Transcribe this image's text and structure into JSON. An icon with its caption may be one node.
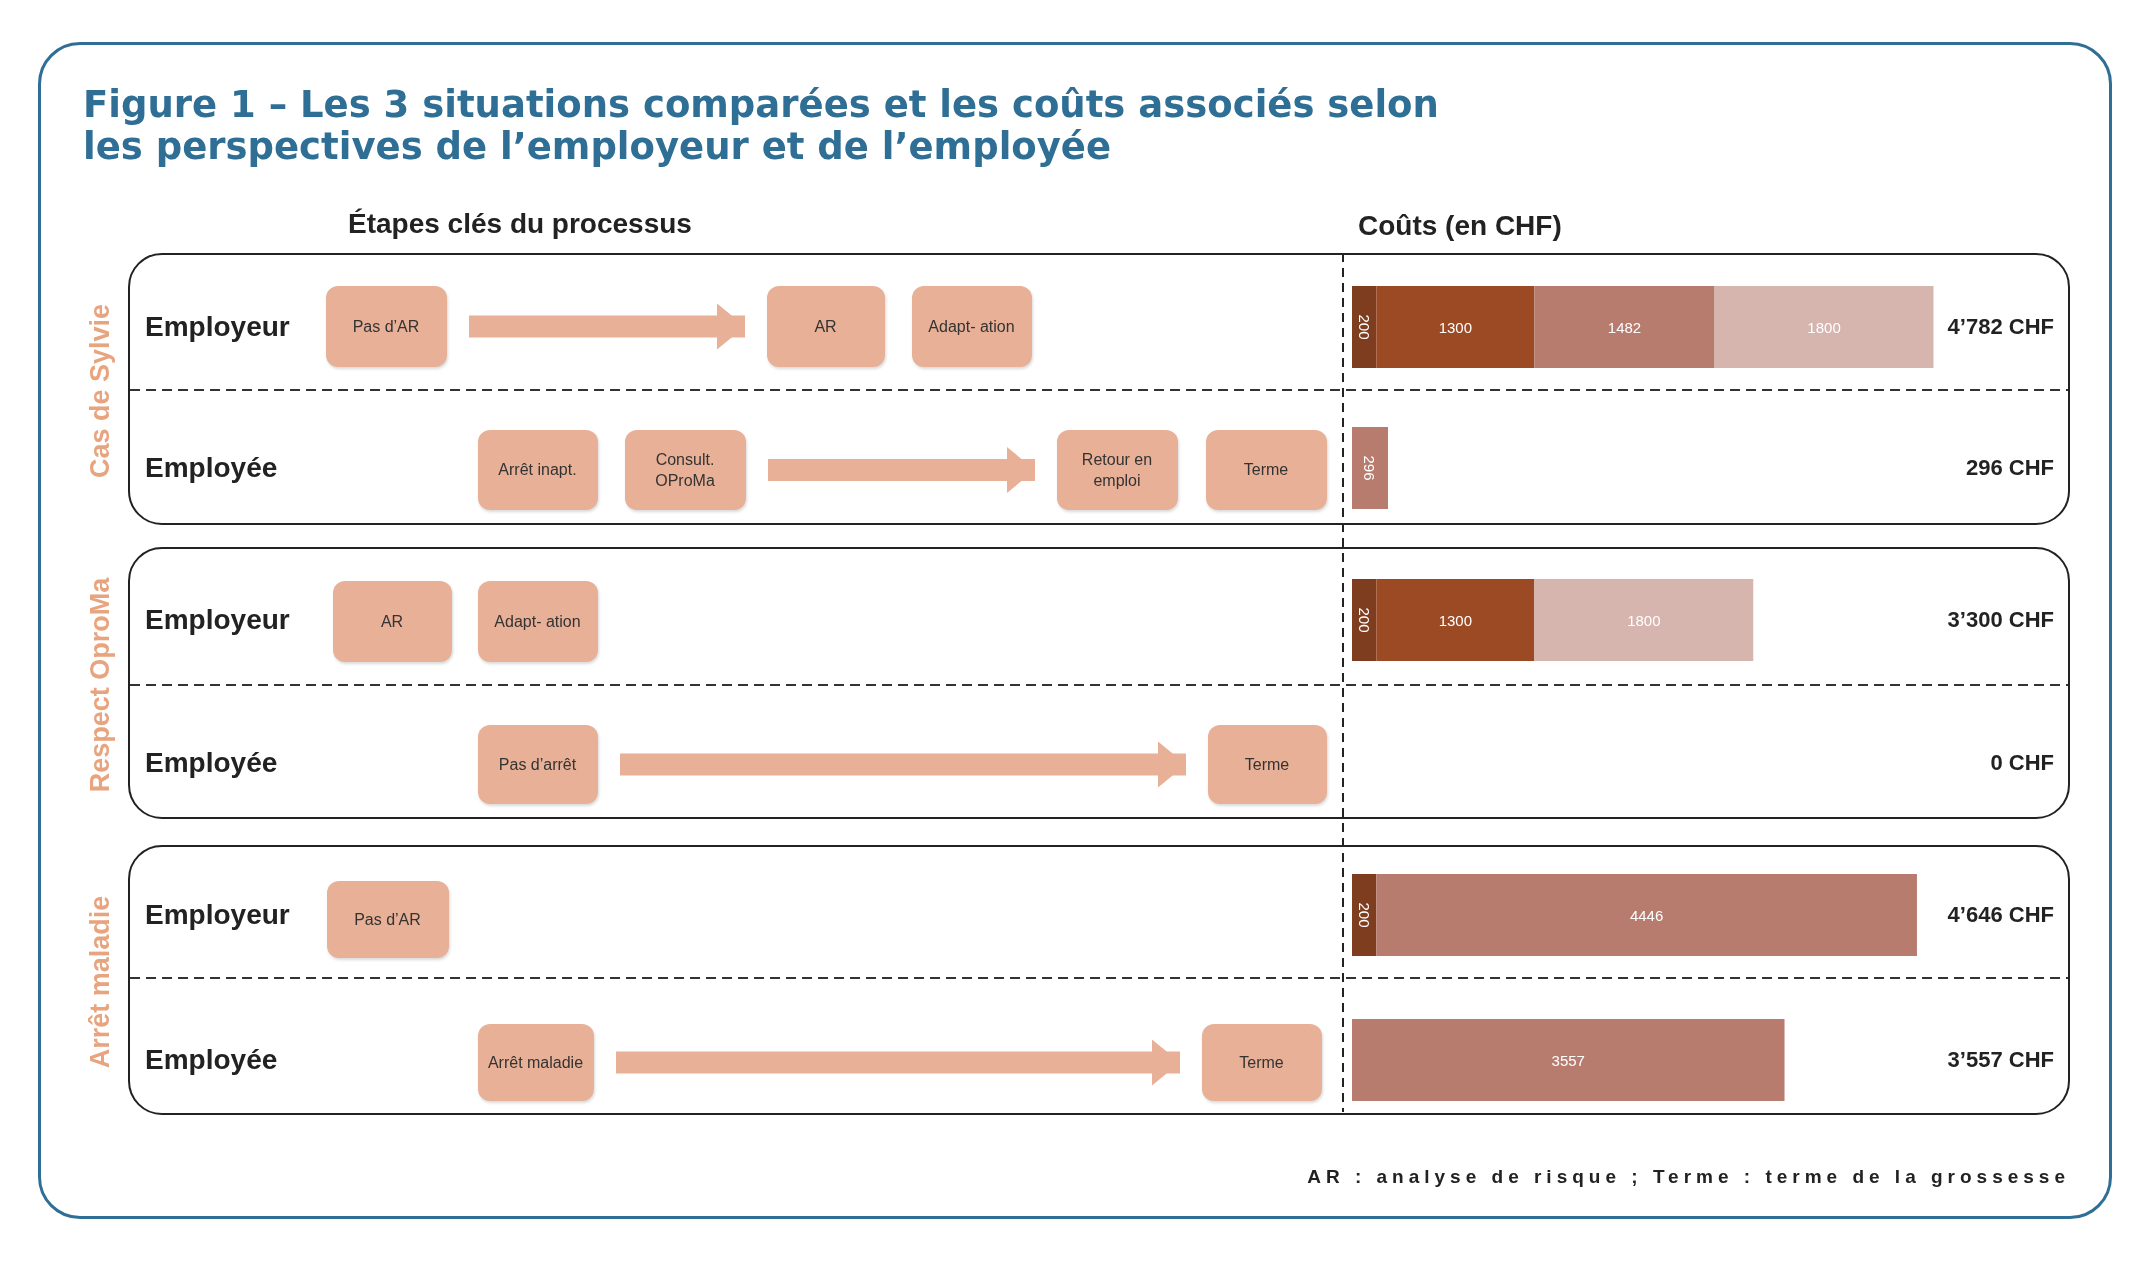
{
  "diagram": {
    "title": "Figure 1 – Les 3 situations comparées et les coûts associés selon les perspectives de l’employeur et de l’employée",
    "nodes": [
      {
        "text": [
          "Cas de Sylvie"
        ]
      },
      {
        "text": [
          "Pas d’AR"
        ],
        "in": 0
      },
      {
        "text": [
          "AR"
        ],
        "in": 0
      },
      {
        "text": [
          "Adapt- ation"
        ],
        "in": 0
      },
      {
        "text": [
          "Arrêt inapt."
        ],
        "in": 0
      },
      {
        "text": [
          "Consult. OProMa"
        ],
        "in": 0
      },
      {
        "text": [
          "Retour en emploi"
        ],
        "in": 0
      },
      {
        "text": [
          "Terme"
        ],
        "in": 0
      },
      {
        "text": [
          "Respect OproMa"
        ]
      },
      {
        "text": [
          "AR"
        ],
        "in": 8
      },
      {
        "text": [
          "Adapt- ation"
        ],
        "in": 8
      },
      {
        "text": [
          "Pas d’arrêt"
        ],
        "in": 8
      },
      {
        "text": [
          "Terme"
        ],
        "in": 8
      },
      {
        "text": [
          "Arrêt maladie"
        ]
      },
      {
        "text": [
          "Pas d’AR"
        ],
        "in": 13
      },
      {
        "text": [
          "Arrêt maladie"
        ],
        "in": 13
      },
      {
        "text": [
          "Terme"
        ],
        "in": 13
      }
    ],
    "edges": [
      {
        "from": 1,
        "to": 2,
        "arrow": "to"
      },
      {
        "from": 5,
        "to": 6,
        "arrow": "to"
      },
      {
        "from": 11,
        "to": 12,
        "arrow": "to"
      },
      {
        "from": 15,
        "to": 16,
        "arrow": "to"
      }
    ],
    "labels": [
      "Étapes clés du processus",
      "4’782 CHF",
      "296 CHF",
      "3’300 CHF",
      "0 CHF",
      "4’646 CHF",
      "3’557 CHF",
      "AR : analyse de risque ; Terme : terme de la grossesse"
    ],
    "chart_data": {
      "type": "bar",
      "orientation": "horizontal",
      "stacked": true,
      "data_labels": true,
      "title": "Coûts (en CHF)",
      "categories": [
        "Employeur",
        "Employée",
        "Employeur",
        "Employée",
        "Employeur",
        "Employée"
      ],
      "series": [
        {
          "color": "#7f3d1f",
          "values": [
            200,
            null,
            200,
            null,
            200,
            null
          ]
        },
        {
          "color": "#9c4a24",
          "values": [
            1300,
            null,
            1300,
            null,
            null,
            null
          ]
        },
        {
          "color": "#b87c6f",
          "values": [
            1482,
            296,
            null,
            null,
            4446,
            3557
          ]
        },
        {
          "color": "#d6b5ae",
          "values": [
            1800,
            null,
            1800,
            null,
            null,
            null
          ]
        }
      ]
    }
  }
}
